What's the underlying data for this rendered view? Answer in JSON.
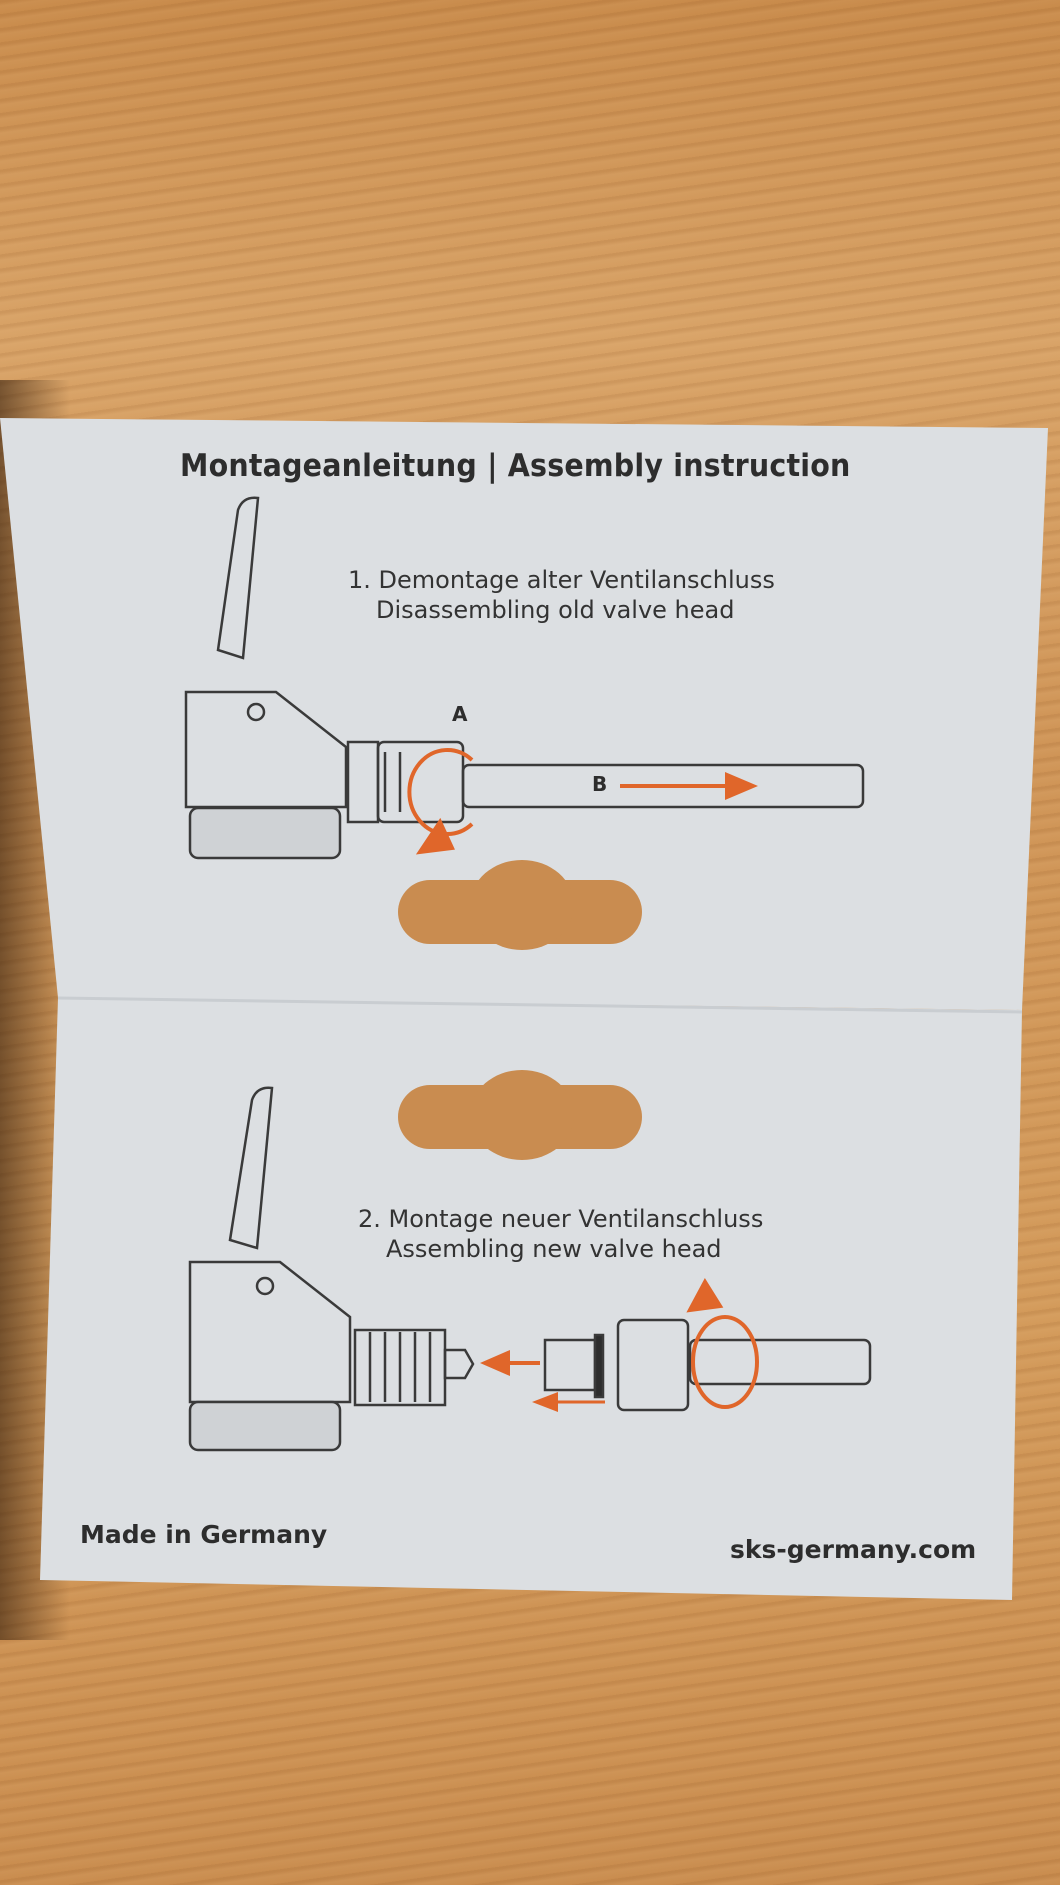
{
  "card": {
    "title": "Montageanleitung | Assembly instruction",
    "steps": [
      {
        "line1": "1. Demontage alter Ventilanschluss",
        "line2": "Disassembling old valve head"
      },
      {
        "line1": "2. Montage neuer Ventilanschluss",
        "line2": "Assembling new valve head"
      }
    ],
    "labels": {
      "a": "A",
      "b": "B"
    },
    "footer": {
      "origin": "Made in Germany",
      "website": "sks-germany.com"
    }
  },
  "colors": {
    "paper": "#dcdfe2",
    "ink": "#2d2d2d",
    "arrow": "#e0662a",
    "wood": "#d39a5a"
  }
}
